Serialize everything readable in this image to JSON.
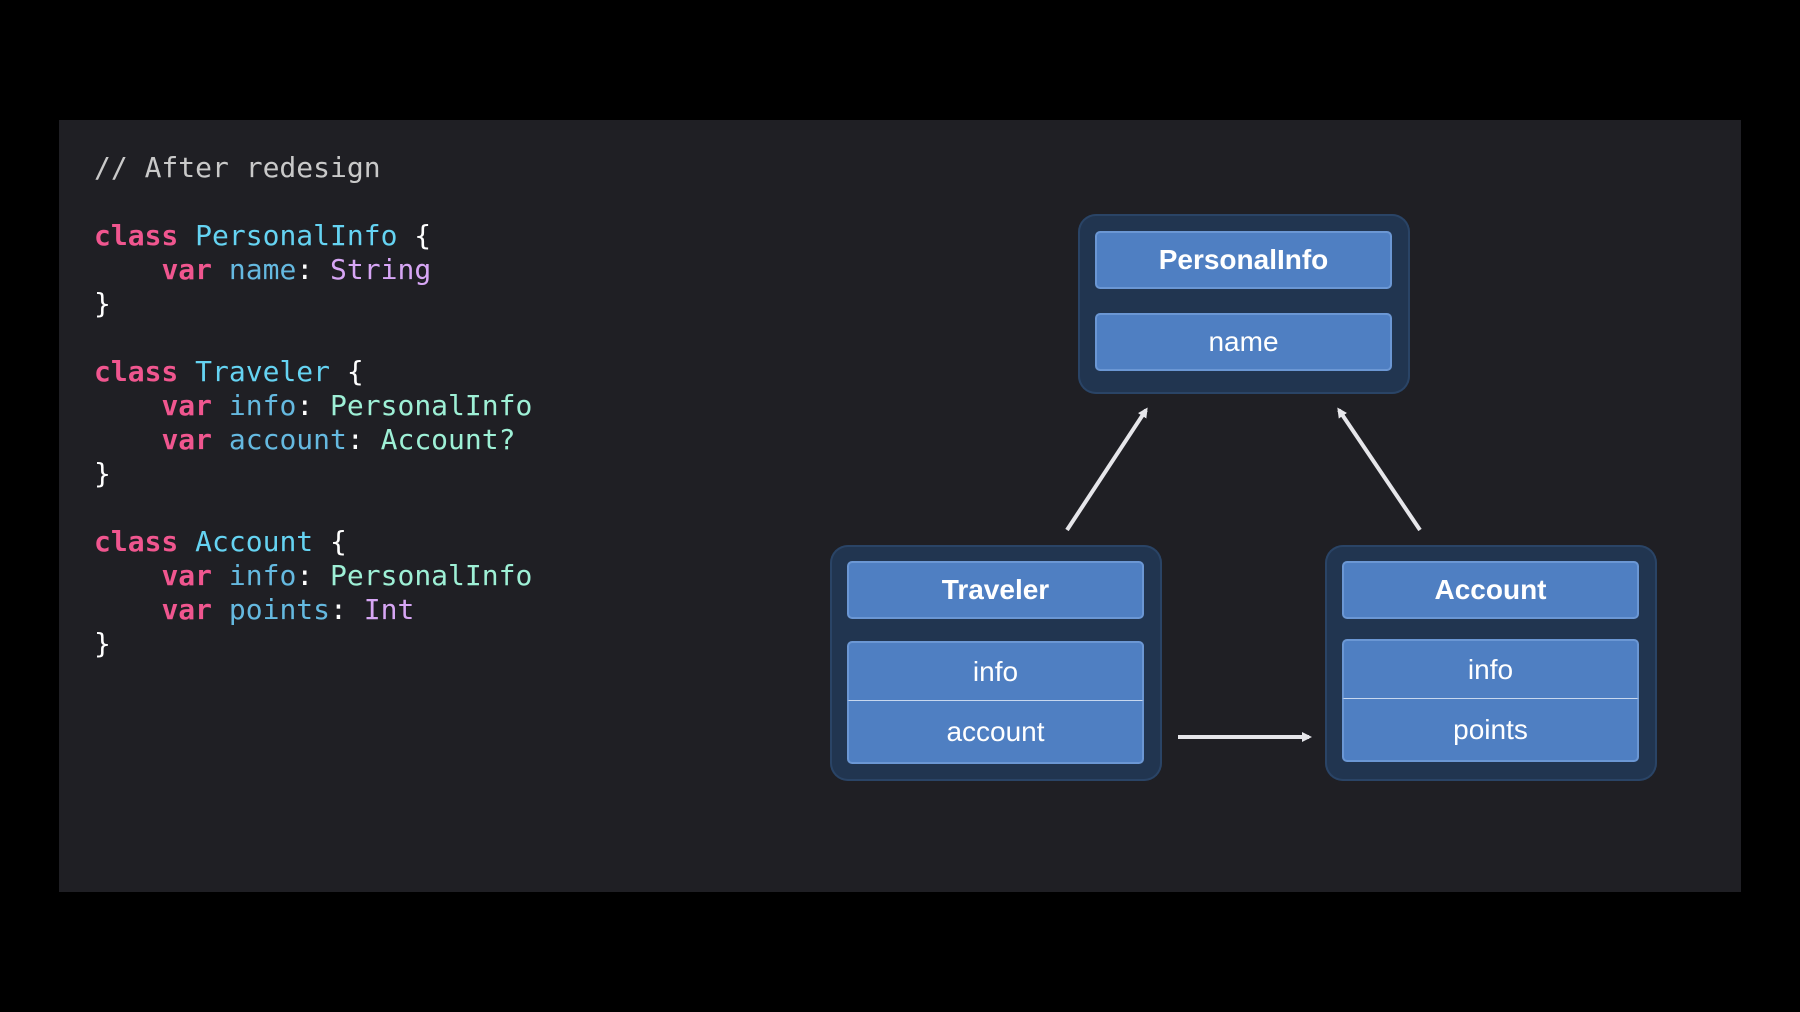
{
  "code": {
    "comment": "// After redesign",
    "classes": [
      {
        "keyword": "class",
        "name": "PersonalInfo",
        "open": " {",
        "members": [
          {
            "keyword": "var",
            "name": "name",
            "sep": ": ",
            "type": "String",
            "type_kind": "system"
          }
        ],
        "close": "}"
      },
      {
        "keyword": "class",
        "name": "Traveler",
        "open": " {",
        "members": [
          {
            "keyword": "var",
            "name": "info",
            "sep": ": ",
            "type": "PersonalInfo",
            "type_kind": "user"
          },
          {
            "keyword": "var",
            "name": "account",
            "sep": ": ",
            "type": "Account?",
            "type_kind": "user"
          }
        ],
        "close": "}"
      },
      {
        "keyword": "class",
        "name": "Account",
        "open": " {",
        "members": [
          {
            "keyword": "var",
            "name": "info",
            "sep": ": ",
            "type": "PersonalInfo",
            "type_kind": "user"
          },
          {
            "keyword": "var",
            "name": "points",
            "sep": ": ",
            "type": "Int",
            "type_kind": "system"
          }
        ],
        "close": "}"
      }
    ]
  },
  "diagram": {
    "personalinfo": {
      "title": "PersonalInfo",
      "fields": [
        "name"
      ]
    },
    "traveler": {
      "title": "Traveler",
      "fields": [
        "info",
        "account"
      ]
    },
    "account": {
      "title": "Account",
      "fields": [
        "info",
        "points"
      ]
    }
  },
  "colors": {
    "background": "#000000",
    "slide": "#1f1f24",
    "keyword": "#f0568f",
    "type_declaration": "#65d3f2",
    "property": "#65b9e0",
    "system_type": "#d7a6f5",
    "user_type": "#9ef0d6",
    "box_fill": "#4f7fc2",
    "group_fill": "#213550",
    "arrow": "#e6e6ea"
  }
}
